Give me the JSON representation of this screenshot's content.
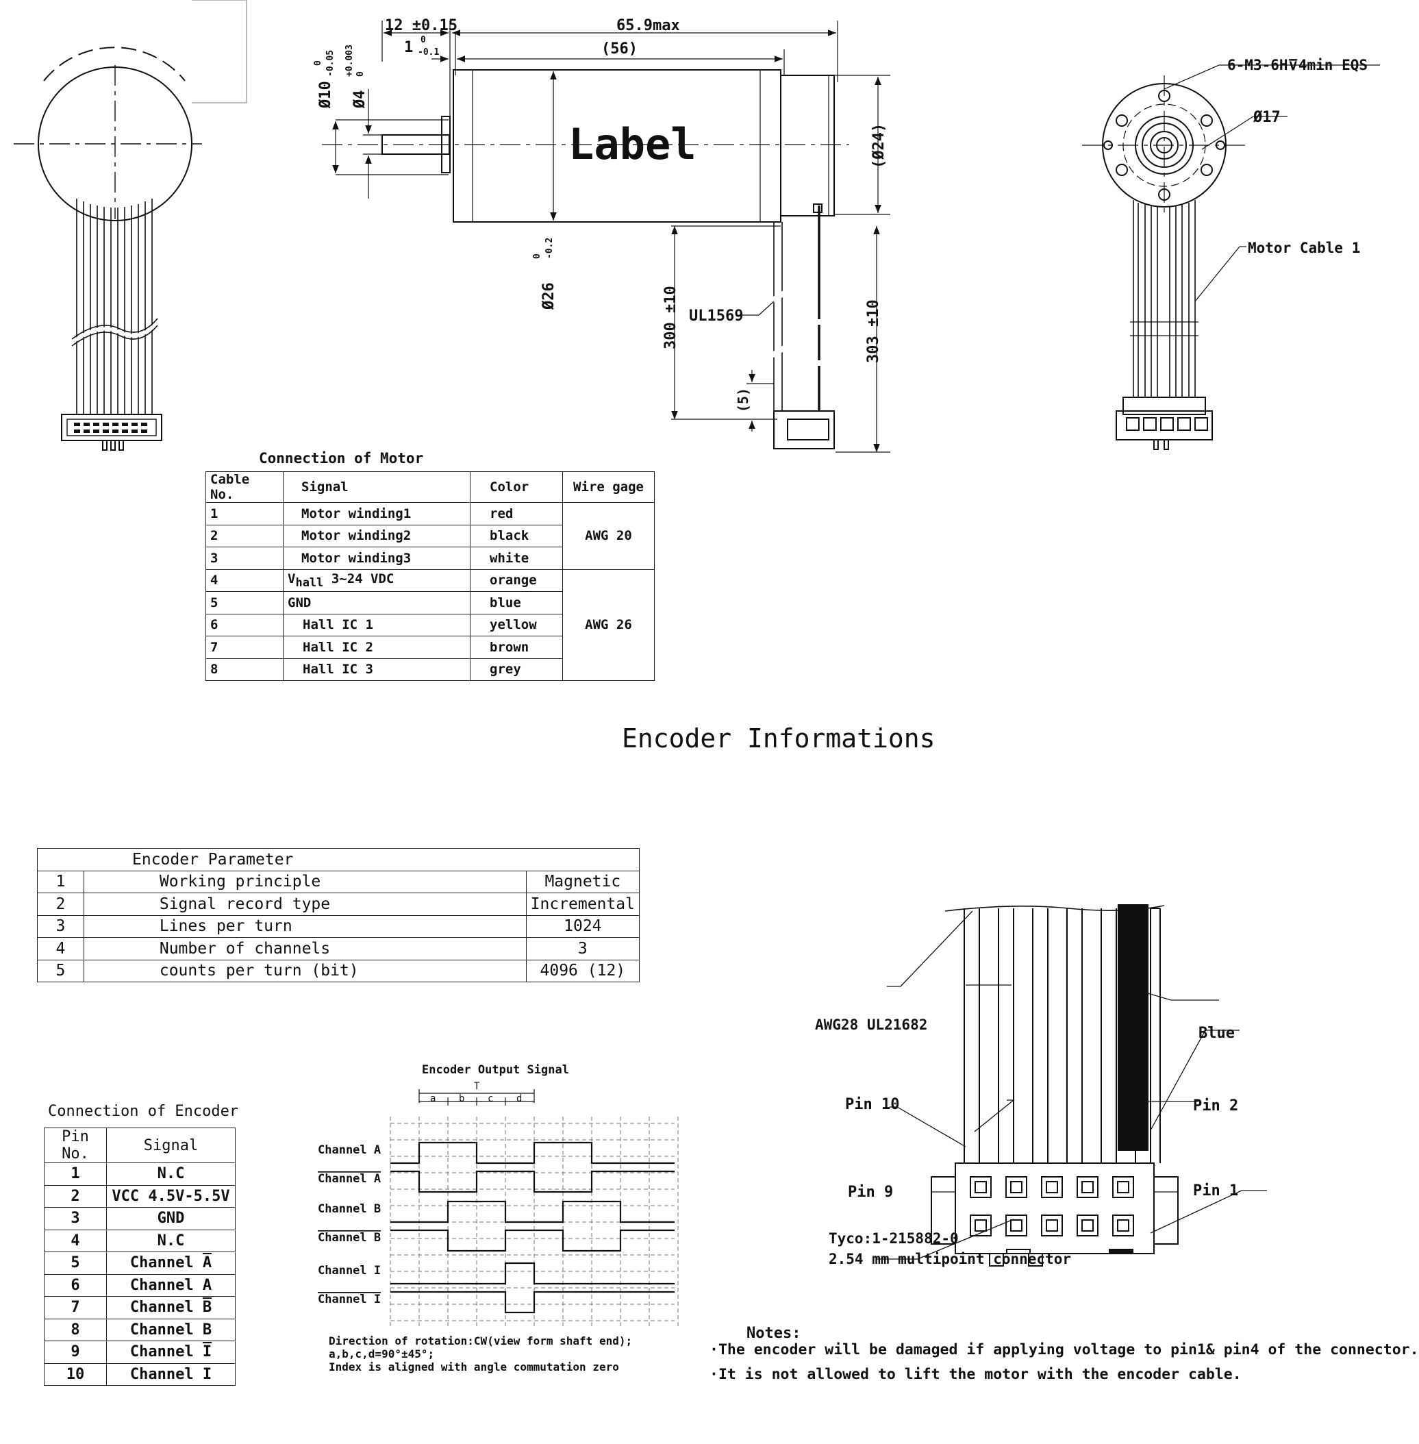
{
  "drawing": {
    "dims": {
      "shaft_len": "12 ±0.15",
      "total_len": "65.9max",
      "flange_off": "1",
      "flange_tol_upper": "0",
      "flange_tol_lower": "-0.1",
      "body_len": "(56)",
      "shaft_d1": "Ø10",
      "shaft_d1_tol_upper": "0",
      "shaft_d1_tol_lower": "-0.05",
      "shaft_d2": "Ø4",
      "shaft_d2_tol_upper": "+0.003",
      "shaft_d2_tol_lower": "0",
      "body_dia": "Ø26",
      "body_dia_tol_upper": "0",
      "body_dia_tol_lower": "-0.2",
      "enc_dia": "(Ø24)",
      "cable_len_a": "300 ±10",
      "cable_len_b": "303 ±10",
      "cable_end": "(5)",
      "cable_type": "UL1569",
      "label_text": "Label",
      "thread_spec": "6-M3-6H⊽4min EQS",
      "bolt_circle": "Ø17",
      "motor_cable": "Motor Cable 1"
    }
  },
  "motor_table": {
    "title": "Connection of Motor",
    "headers": [
      "Cable No.",
      "Signal",
      "Color",
      "Wire gage"
    ],
    "rows": [
      {
        "no": "1",
        "signal": "Motor winding1",
        "color": "red"
      },
      {
        "no": "2",
        "signal": "Motor winding2",
        "color": "black"
      },
      {
        "no": "3",
        "signal": "Motor winding3",
        "color": "white"
      },
      {
        "no": "4",
        "signal": "V",
        "signal_sub": "hall",
        "signal_rest": "3~24 VDC",
        "color": "orange"
      },
      {
        "no": "5",
        "signal": "GND",
        "color": "blue"
      },
      {
        "no": "6",
        "signal": "Hall IC 1",
        "color": "yellow"
      },
      {
        "no": "7",
        "signal": "Hall IC 2",
        "color": "brown"
      },
      {
        "no": "8",
        "signal": "Hall IC 3",
        "color": "grey"
      }
    ],
    "gage_a": "AWG 20",
    "gage_b": "AWG 26"
  },
  "encoder_title": "Encoder Informations",
  "encoder_param": {
    "title": "Encoder Parameter",
    "rows": [
      {
        "no": "1",
        "name": "Working principle",
        "value": "Magnetic"
      },
      {
        "no": "2",
        "name": "Signal record type",
        "value": "Incremental"
      },
      {
        "no": "3",
        "name": "Lines per turn",
        "value": "1024"
      },
      {
        "no": "4",
        "name": "Number of channels",
        "value": "3"
      },
      {
        "no": "5",
        "name": "counts per turn (bit)",
        "value": "4096 (12)"
      }
    ]
  },
  "encoder_conn": {
    "title": "Connection of Encoder",
    "headers": [
      "Pin No.",
      "Signal"
    ],
    "rows": [
      {
        "no": "1",
        "signal": "N.C"
      },
      {
        "no": "2",
        "signal": "VCC 4.5V-5.5V"
      },
      {
        "no": "3",
        "signal": "GND"
      },
      {
        "no": "4",
        "signal": "N.C"
      },
      {
        "no": "5",
        "signal": "Channel ",
        "bar": "A"
      },
      {
        "no": "6",
        "signal": "Channel A"
      },
      {
        "no": "7",
        "signal": "Channel ",
        "bar": "B"
      },
      {
        "no": "8",
        "signal": "Channel B"
      },
      {
        "no": "9",
        "signal": "Channel ",
        "bar": "I"
      },
      {
        "no": "10",
        "signal": "Channel I"
      }
    ]
  },
  "signal_diagram": {
    "title": "Encoder Output Signal",
    "period": "T",
    "phases": [
      "a",
      "b",
      "c",
      "d"
    ],
    "channels": [
      {
        "label": "Channel A",
        "bar": false
      },
      {
        "label": "Channel A",
        "bar": true
      },
      {
        "label": "Channel B",
        "bar": false
      },
      {
        "label": "Channel B",
        "bar": true
      },
      {
        "label": "Channel I",
        "bar": false
      },
      {
        "label": "Channel I",
        "bar": true
      }
    ],
    "notes": [
      "Direction of rotation:CW(view form shaft end);",
      "a,b,c,d=90°±45°;",
      "Index is aligned with angle commutation zero"
    ]
  },
  "connector": {
    "cable": "AWG28 UL21682",
    "wire_color": "Blue",
    "pin10": "Pin 10",
    "pin9": "Pin 9",
    "pin2": "Pin 2",
    "pin1": "Pin 1",
    "part": "Tyco:1-215882-0",
    "desc": "2.54 mm multipoint connector"
  },
  "notes": {
    "title": "Notes:",
    "items": [
      "·The encoder will be damaged if applying voltage to pin1& pin4 of the connector.",
      "·It is not allowed to lift the motor with the encoder cable."
    ]
  }
}
